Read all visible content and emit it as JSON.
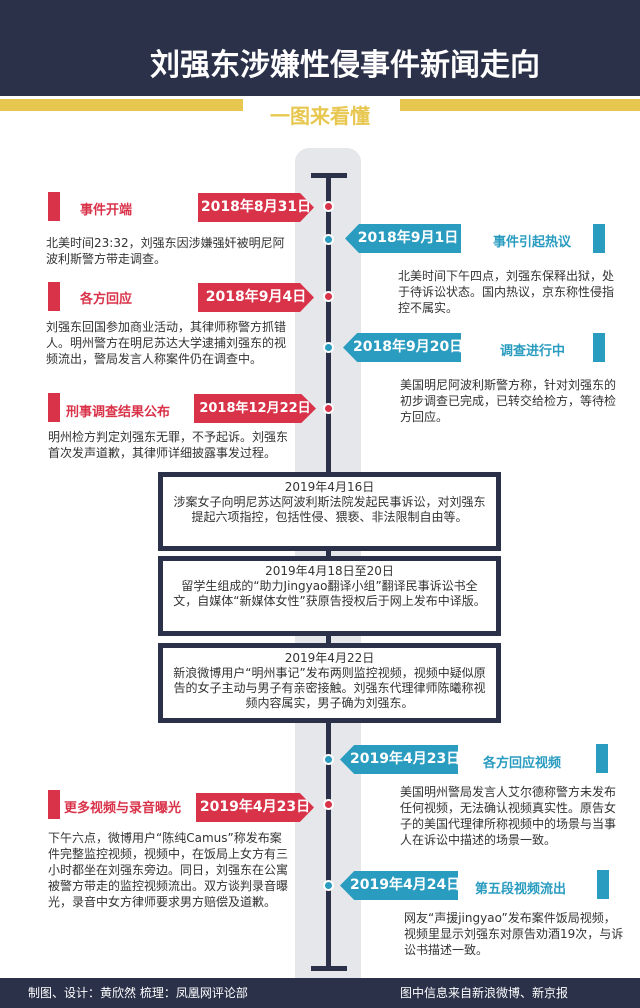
{
  "header": {
    "title": "刘强东涉嫌性侵事件新闻走向",
    "subtitle": "一图来看懂"
  },
  "events": [
    {
      "side": "left",
      "label": "事件开端",
      "date": "2018年8月31日",
      "text": "北美时间23:32，刘强东因涉嫌强奸被明尼阿波利斯警方带走调查。"
    },
    {
      "side": "right",
      "label": "事件引起热议",
      "date": "2018年9月1日",
      "text": "北美时间下午四点，刘强东保释出狱，处于待诉讼状态。国内热议，京东称性侵指控不属实。"
    },
    {
      "side": "left",
      "label": "各方回应",
      "date": "2018年9月4日",
      "text": "刘强东回国参加商业活动，其律师称警方抓错人。明州警方在明尼苏达大学逮捕刘强东的视频流出，警局发言人称案件仍在调查中。"
    },
    {
      "side": "right",
      "label": "调查进行中",
      "date": "2018年9月20日",
      "text": "美国明尼阿波利斯警方称，针对刘强东的初步调查已完成，已转交给检方，等待检方回应。"
    },
    {
      "side": "left",
      "label": "刑事调查结果公布",
      "date": "2018年12月22日",
      "text": "明州检方判定刘强东无罪，不予起诉。刘强东首次发声道歉，其律师详细披露事发过程。"
    },
    {
      "side": "right",
      "label": "各方回应视频",
      "date": "2019年4月23日",
      "text": "美国明州警局发言人艾尔德称警方未发布任何视频，无法确认视频真实性。原告女子的美国代理律所称视频中的场景与当事人在诉讼中描述的场景一致。"
    },
    {
      "side": "left",
      "label": "更多视频与录音曝光",
      "date": "2019年4月23日",
      "text": "下午六点，微博用户“陈纯Camus”称发布案件完整监控视频，视频中，在饭局上女方有三小时都坐在刘强东旁边。同日，刘强东在公寓被警方带走的监控视频流出。双方谈判录音曝光，录音中女方律师要求男方赔偿及道歉。"
    },
    {
      "side": "right",
      "label": "第五段视频流出",
      "date": "2019年4月24日",
      "text": "网友“声援jingyao”发布案件饭局视频，视频里显示刘强东对原告劝酒19次，与诉讼书描述一致。"
    }
  ],
  "boxes": [
    {
      "date": "2019年4月16日",
      "text": "涉案女子向明尼苏达阿波利斯法院发起民事诉讼，对刘强东提起六项指控，包括性侵、猥亵、非法限制自由等。"
    },
    {
      "date": "2019年4月18日至20日",
      "text": "留学生组成的“助力Jingyao翻译小组”翻译民事诉讼书全文，自媒体“新媒体女性”获原告授权后于网上发布中译版。"
    },
    {
      "date": "2019年4月22日",
      "text": "新浪微博用户“明州事记”发布两则监控视频，视频中疑似原告的女子主动与男子有亲密接触。刘强东代理律师陈曦称视频内容属实，男子确为刘强东。"
    }
  ],
  "footer": {
    "credits": "制图、设计：黄欣然 梳理：凤凰网评论部",
    "source": "图中信息来自新浪微博、新京报"
  },
  "colors": {
    "navy": "#2a3149",
    "red": "#d9334a",
    "blue": "#2a9cc0",
    "yellow": "#e8c750"
  }
}
